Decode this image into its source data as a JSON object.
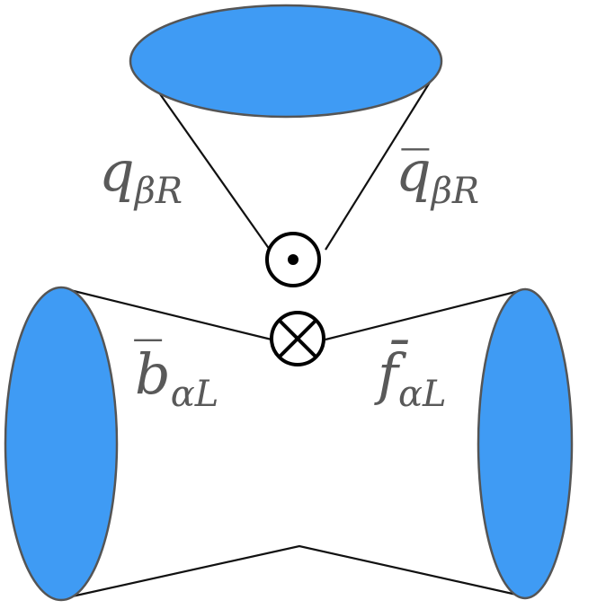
{
  "diagram": {
    "labels": {
      "q_left": {
        "main": "q",
        "sub": "βR"
      },
      "q_right": {
        "main": "q̅",
        "sub": "βR"
      },
      "b_left": {
        "main": "b̅",
        "sub": "αL"
      },
      "f_right": {
        "main": "f̄",
        "sub": "αL"
      }
    },
    "vertices": {
      "upper": "circle-dot",
      "lower": "circle-times"
    },
    "colors": {
      "blob_fill": "#3f9bf4",
      "blob_stroke": "#555555",
      "line": "#111111",
      "label": "#595959"
    }
  }
}
